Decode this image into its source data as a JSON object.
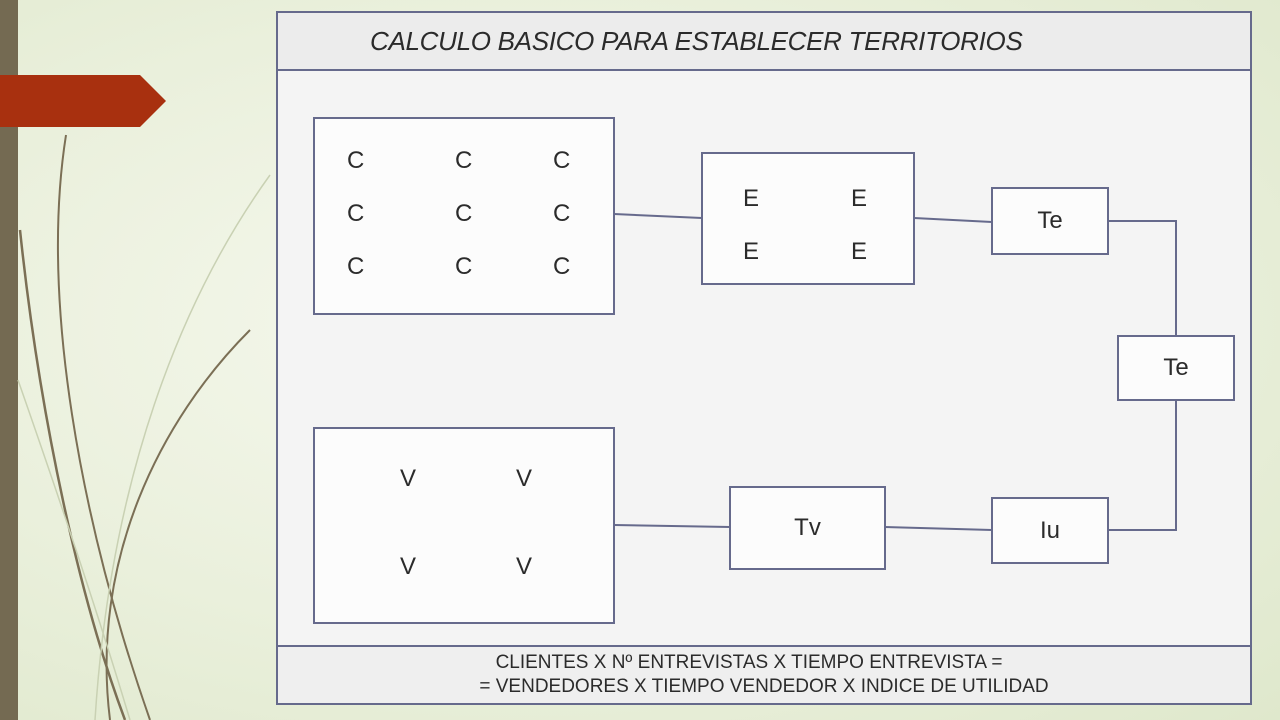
{
  "diagram": {
    "title": "CALCULO BASICO PARA ESTABLECER TERRITORIOS",
    "clients_box": {
      "letters": [
        "C",
        "C",
        "C",
        "C",
        "C",
        "C",
        "C",
        "C",
        "C"
      ]
    },
    "interviews_box": {
      "letters": [
        "E",
        "E",
        "E",
        "E"
      ]
    },
    "sellers_box": {
      "letters": [
        "V",
        "V",
        "V",
        "V"
      ]
    },
    "te_upper": "Te",
    "te_right": "Te",
    "tv": "Tv",
    "iu": "Iu",
    "formula": {
      "line1": "CLIENTES X Nº ENTREVISTAS X TIEMPO ENTREVISTA =",
      "line2": "= VENDEDORES X TIEMPO VENDEDOR X INDICE DE UTILIDAD"
    }
  },
  "colors": {
    "frame_border": "#666a8c",
    "accent_tab": "#a8300f",
    "side_bar": "#746a52"
  }
}
